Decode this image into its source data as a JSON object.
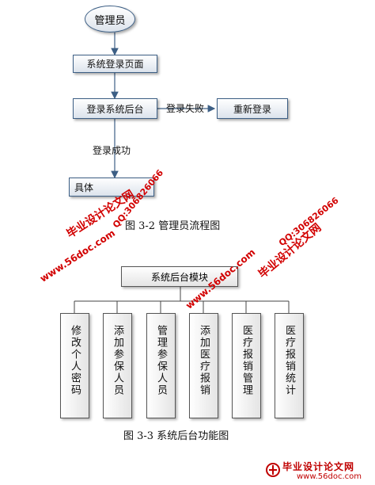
{
  "flowchart": {
    "start": "管理员",
    "step1": "系统登录页面",
    "step2": "登录系统后台",
    "fail_label": "登录失败",
    "relogin": "重新登录",
    "success_label": "登录成功",
    "step3": "具体"
  },
  "caption1": "图  3-2  管理员流程图",
  "modules": {
    "root": "系统后台模块",
    "children": [
      "修改个人密码",
      "添加参保人员",
      "管理参保人员",
      "添加医疗报销",
      "医疗报销管理",
      "医疗报销统计"
    ]
  },
  "caption2": "图  3-3  系统后台功能图",
  "watermarks": {
    "site_a": "毕业设计论文网",
    "url_a": "www.56doc.com",
    "qq_a": "QQ:306826066",
    "site_b": "毕业设计论文网",
    "url_b": "www.56doc.com",
    "qq_b": "QQ:306826066"
  },
  "footer": {
    "title": "毕业设计论文网",
    "url": "www.56doc.com"
  },
  "colors": {
    "watermark": "#d20000",
    "box_border": "#3d5f85"
  }
}
